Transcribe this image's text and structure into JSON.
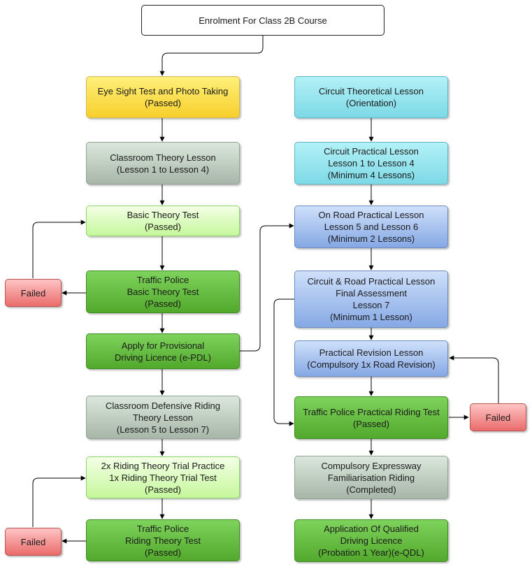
{
  "nodes": {
    "enrolment": "Enrolment For Class 2B Course",
    "eyesight": "Eye Sight Test and Photo Taking\n(Passed)",
    "classroom_theory": "Classroom Theory Lesson\n(Lesson 1 to Lesson 4)",
    "basic_theory_test": "Basic Theory Test\n(Passed)",
    "tp_basic_theory_test": "Traffic Police\nBasic Theory Test\n(Passed)",
    "failed_1": "Failed",
    "apply_provisional": "Apply for Provisional\nDriving Licence (e-PDL)",
    "classroom_defensive": "Classroom Defensive Riding\nTheory Lesson\n(Lesson 5 to Lesson 7)",
    "riding_theory_trial": "2x Riding Theory Trial Practice\n1x Riding Theory Trial Test\n(Passed)",
    "tp_riding_theory_test": "Traffic Police\nRiding Theory Test\n(Passed)",
    "failed_2": "Failed",
    "circuit_theoretical": "Circuit Theoretical Lesson\n(Orientation)",
    "circuit_practical": "Circuit Practical Lesson\nLesson 1 to Lesson 4\n(Minimum 4 Lessons)",
    "on_road_practical": "On Road Practical Lesson\nLesson 5 and Lesson 6\n(Minimum 2 Lessons)",
    "final_assessment": "Circuit & Road Practical Lesson\nFinal Assessment\nLesson 7\n(Minimum 1 Lesson)",
    "practical_revision": "Practical Revision Lesson\n(Compulsory 1x Road Revision)",
    "tp_practical_riding_test": "Traffic Police Practical Riding Test\n(Passed)",
    "failed_3": "Failed",
    "expressway": "Compulsory Expressway\nFamiliarisation Riding\n(Completed)",
    "qualified_licence": "Application Of Qualified\nDriving Licence\n(Probation 1 Year)(e-QDL)"
  },
  "colors": {
    "arrow": "#000000"
  }
}
